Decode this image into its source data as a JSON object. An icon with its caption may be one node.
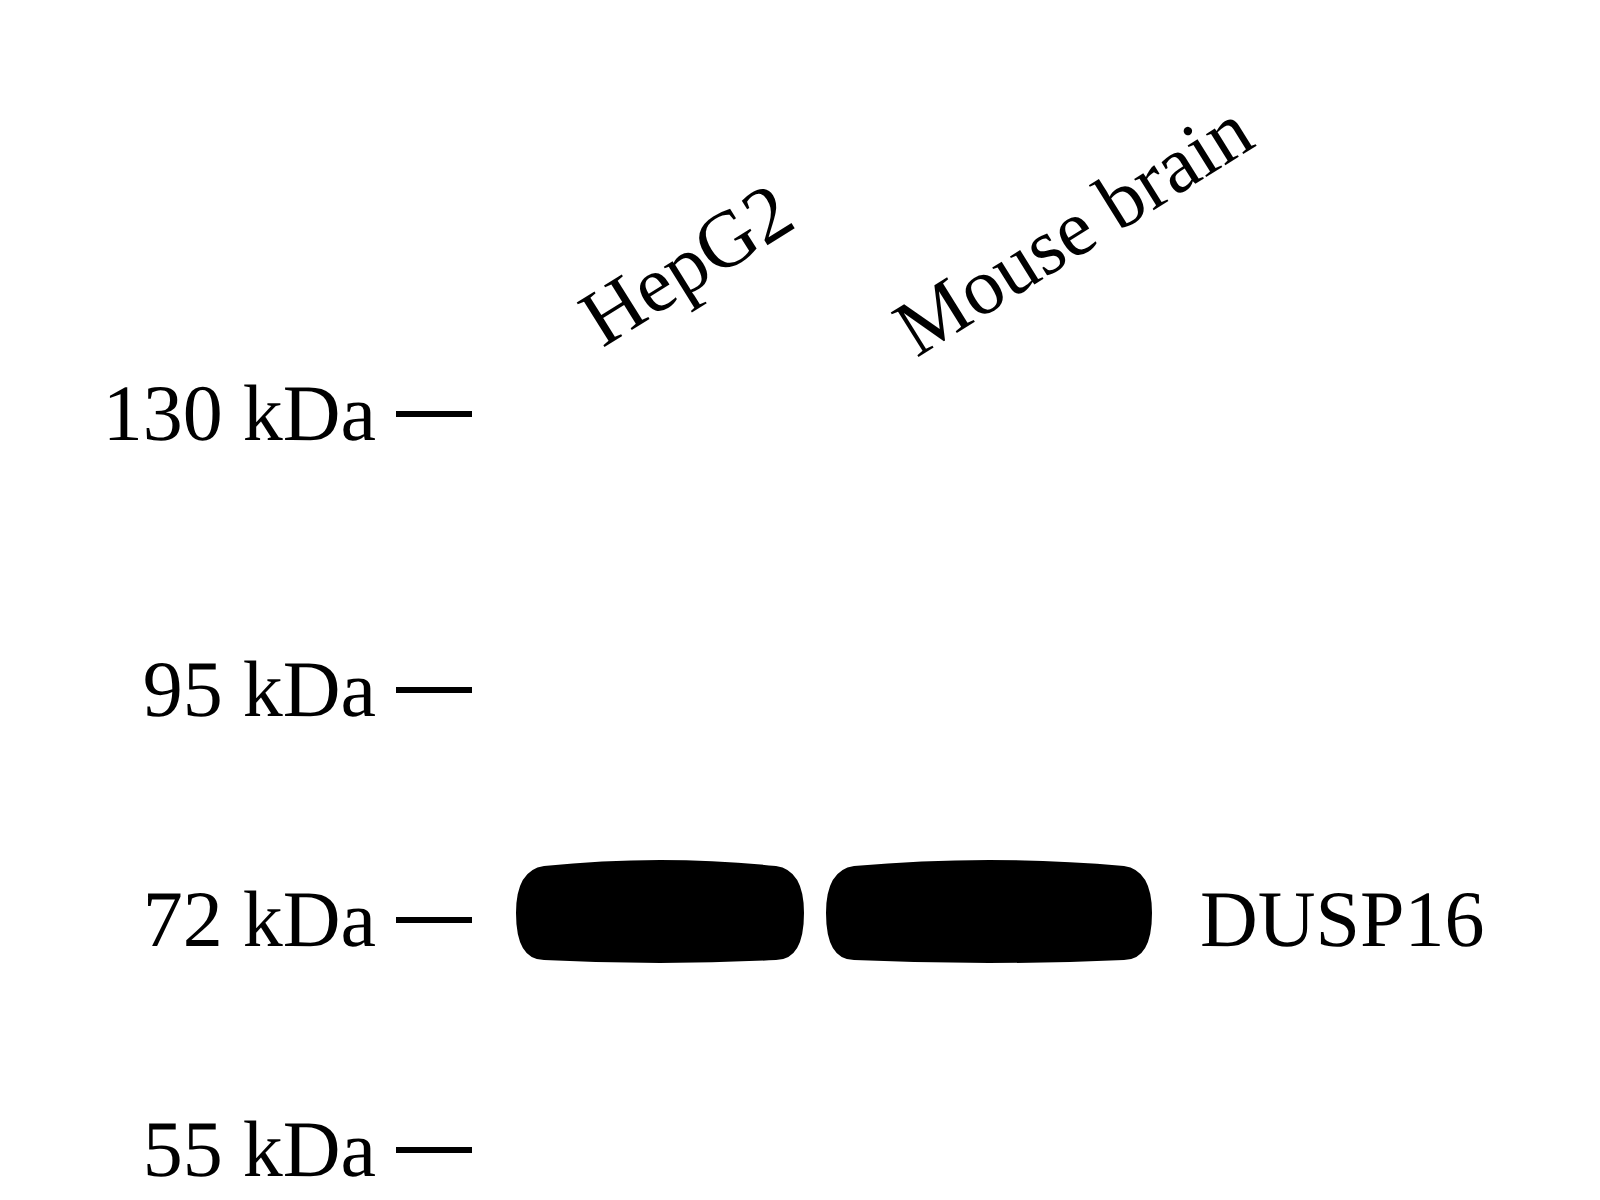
{
  "diagram": {
    "labels": [
      "HepG2",
      "Mouse brain",
      "130 kDa",
      "95 kDa",
      "72 kDa",
      "55 kDa",
      "DUSP16"
    ]
  }
}
